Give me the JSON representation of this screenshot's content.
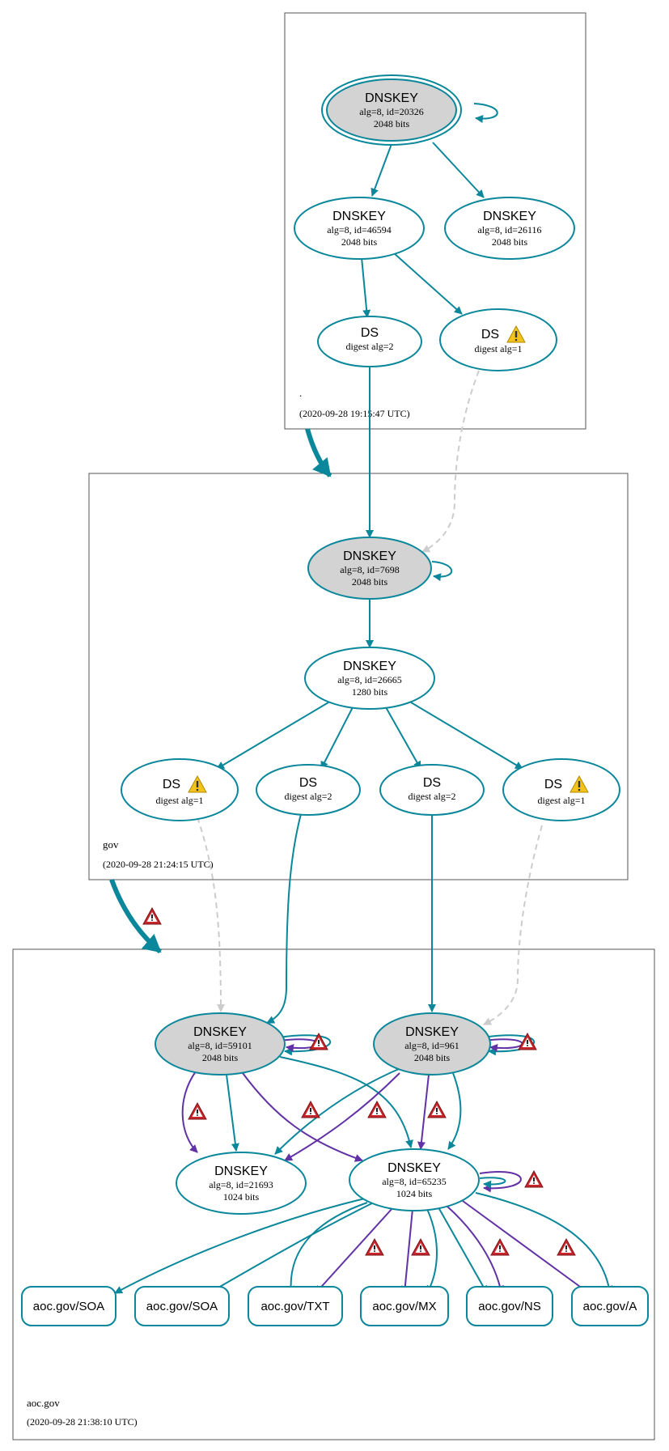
{
  "colors": {
    "teal": "#0a879a",
    "purple": "#6131a5",
    "dashed": "#cccccc",
    "sep_fill": "#d3d3d3",
    "error": "#c8262b",
    "warning": "#f2c31a"
  },
  "zones": {
    "root": {
      "name": ".",
      "timestamp": "(2020-09-28 19:15:47 UTC)"
    },
    "gov": {
      "name": "gov",
      "timestamp": "(2020-09-28 21:24:15 UTC)"
    },
    "aoc": {
      "name": "aoc.gov",
      "timestamp": "(2020-09-28 21:38:10 UTC)"
    }
  },
  "nodes": {
    "root_ksk": {
      "type": "DNSKEY",
      "line1": "alg=8, id=20326",
      "line2": "2048 bits",
      "icon": ""
    },
    "root_zsk1": {
      "type": "DNSKEY",
      "line1": "alg=8, id=46594",
      "line2": "2048 bits",
      "icon": ""
    },
    "root_zsk2": {
      "type": "DNSKEY",
      "line1": "alg=8, id=26116",
      "line2": "2048 bits",
      "icon": ""
    },
    "root_ds1": {
      "type": "DS",
      "line1": "digest alg=2",
      "icon": ""
    },
    "root_ds2": {
      "type": "DS",
      "line1": "digest alg=1",
      "icon": "warning-icon"
    },
    "gov_ksk": {
      "type": "DNSKEY",
      "line1": "alg=8, id=7698",
      "line2": "2048 bits",
      "icon": ""
    },
    "gov_zsk": {
      "type": "DNSKEY",
      "line1": "alg=8, id=26665",
      "line2": "1280 bits",
      "icon": ""
    },
    "gov_ds1": {
      "type": "DS",
      "line1": "digest alg=1",
      "icon": "warning-icon"
    },
    "gov_ds2": {
      "type": "DS",
      "line1": "digest alg=2",
      "icon": ""
    },
    "gov_ds3": {
      "type": "DS",
      "line1": "digest alg=2",
      "icon": ""
    },
    "gov_ds4": {
      "type": "DS",
      "line1": "digest alg=1",
      "icon": "warning-icon"
    },
    "aoc_ksk1": {
      "type": "DNSKEY",
      "line1": "alg=8, id=59101",
      "line2": "2048 bits",
      "icon": ""
    },
    "aoc_ksk2": {
      "type": "DNSKEY",
      "line1": "alg=8, id=961",
      "line2": "2048 bits",
      "icon": ""
    },
    "aoc_zsk1": {
      "type": "DNSKEY",
      "line1": "alg=8, id=21693",
      "line2": "1024 bits",
      "icon": ""
    },
    "aoc_zsk2": {
      "type": "DNSKEY",
      "line1": "alg=8, id=65235",
      "line2": "1024 bits",
      "icon": ""
    }
  },
  "rrsets": [
    "aoc.gov/SOA",
    "aoc.gov/SOA",
    "aoc.gov/TXT",
    "aoc.gov/MX",
    "aoc.gov/NS",
    "aoc.gov/A"
  ]
}
